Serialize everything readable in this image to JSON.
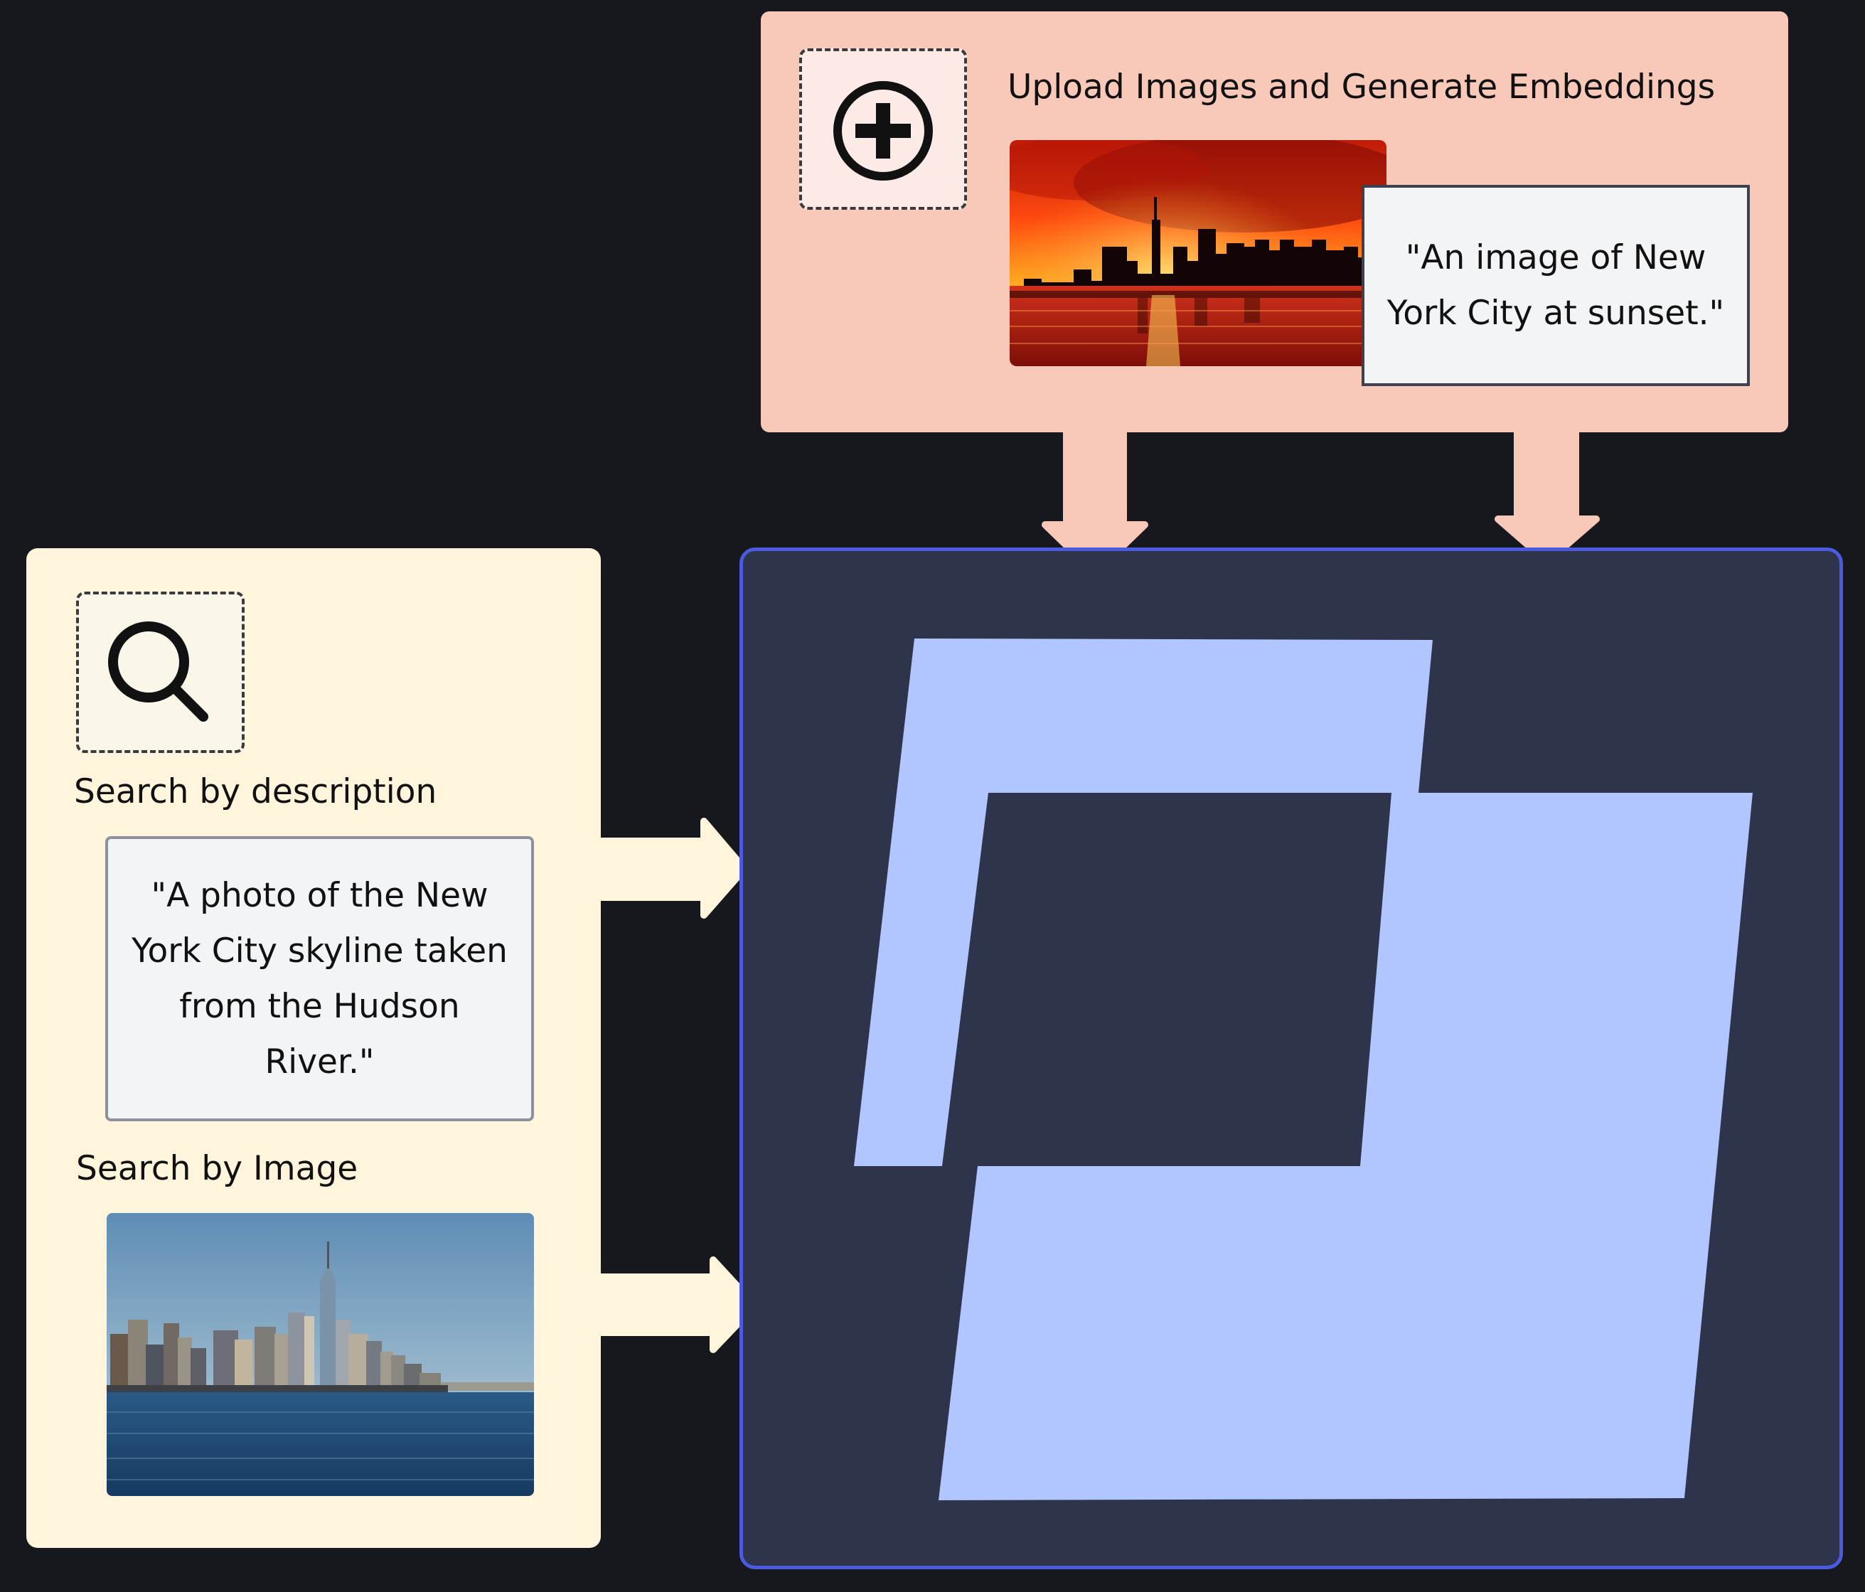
{
  "upload": {
    "title": "Upload Images and Generate Embeddings",
    "icon": "plus-circle-icon",
    "image_caption": "\"An image of New York City at sunset.\""
  },
  "search": {
    "icon": "magnifier-icon",
    "by_description_label": "Search by description",
    "description_text": "\"A photo of the New York City skyline taken from the Hudson River.\"",
    "by_image_label": "Search by Image"
  },
  "colors": {
    "background": "#17181d",
    "upload_panel": "#f8c8b8",
    "search_panel": "#fff4dc",
    "db_panel": "#2e344b",
    "db_border": "#4a5be0",
    "logo": "#b1c5ff"
  }
}
